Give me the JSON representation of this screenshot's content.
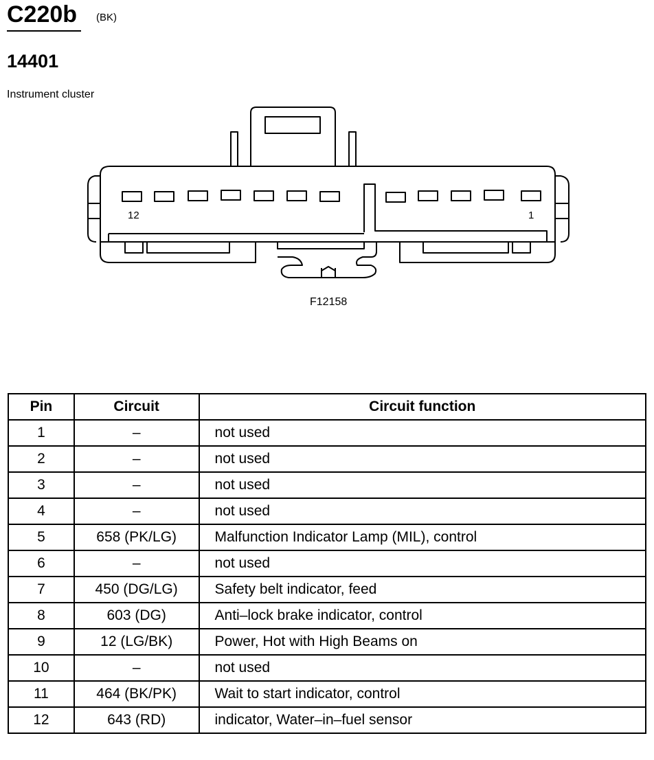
{
  "header": {
    "connector_id": "C220b",
    "color_code": "(BK)",
    "part_number": "14401",
    "description": "Instrument cluster"
  },
  "diagram": {
    "pin_label_left": "12",
    "pin_label_right": "1",
    "figure_id": "F12158"
  },
  "table": {
    "headers": [
      "Pin",
      "Circuit",
      "Circuit function"
    ],
    "rows": [
      {
        "pin": "1",
        "circuit": "–",
        "function": "not used"
      },
      {
        "pin": "2",
        "circuit": "–",
        "function": "not used"
      },
      {
        "pin": "3",
        "circuit": "–",
        "function": "not used"
      },
      {
        "pin": "4",
        "circuit": "–",
        "function": "not used"
      },
      {
        "pin": "5",
        "circuit": "658 (PK/LG)",
        "function": "Malfunction Indicator Lamp (MIL), control"
      },
      {
        "pin": "6",
        "circuit": "–",
        "function": "not used"
      },
      {
        "pin": "7",
        "circuit": "450 (DG/LG)",
        "function": "Safety belt indicator, feed"
      },
      {
        "pin": "8",
        "circuit": "603 (DG)",
        "function": "Anti–lock brake indicator, control"
      },
      {
        "pin": "9",
        "circuit": "12 (LG/BK)",
        "function": "Power, Hot with High Beams on"
      },
      {
        "pin": "10",
        "circuit": "–",
        "function": "not used"
      },
      {
        "pin": "11",
        "circuit": "464 (BK/PK)",
        "function": "Wait to start indicator, control"
      },
      {
        "pin": "12",
        "circuit": "643 (RD)",
        "function": "indicator, Water–in–fuel sensor"
      }
    ]
  }
}
